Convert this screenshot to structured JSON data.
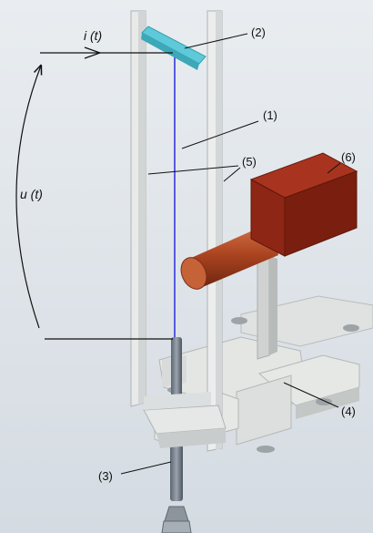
{
  "diagram": {
    "current_label": "i (t)",
    "voltage_label": "u (t)",
    "callouts": [
      {
        "id": "1",
        "text": "(1)"
      },
      {
        "id": "2",
        "text": "(2)"
      },
      {
        "id": "3",
        "text": "(3)"
      },
      {
        "id": "4",
        "text": "(4)"
      },
      {
        "id": "5",
        "text": "(5)"
      },
      {
        "id": "6",
        "text": "(6)"
      }
    ],
    "colors": {
      "background": "#dde3e9",
      "frame": "#e6e8e8",
      "wire": "#5a5ae0",
      "crossbar": "#5ec9d8",
      "magnet_body": "#8e2616",
      "magnet_rod": "#b8502a",
      "base": "#e2e4e2",
      "arrow": "#111111"
    }
  }
}
